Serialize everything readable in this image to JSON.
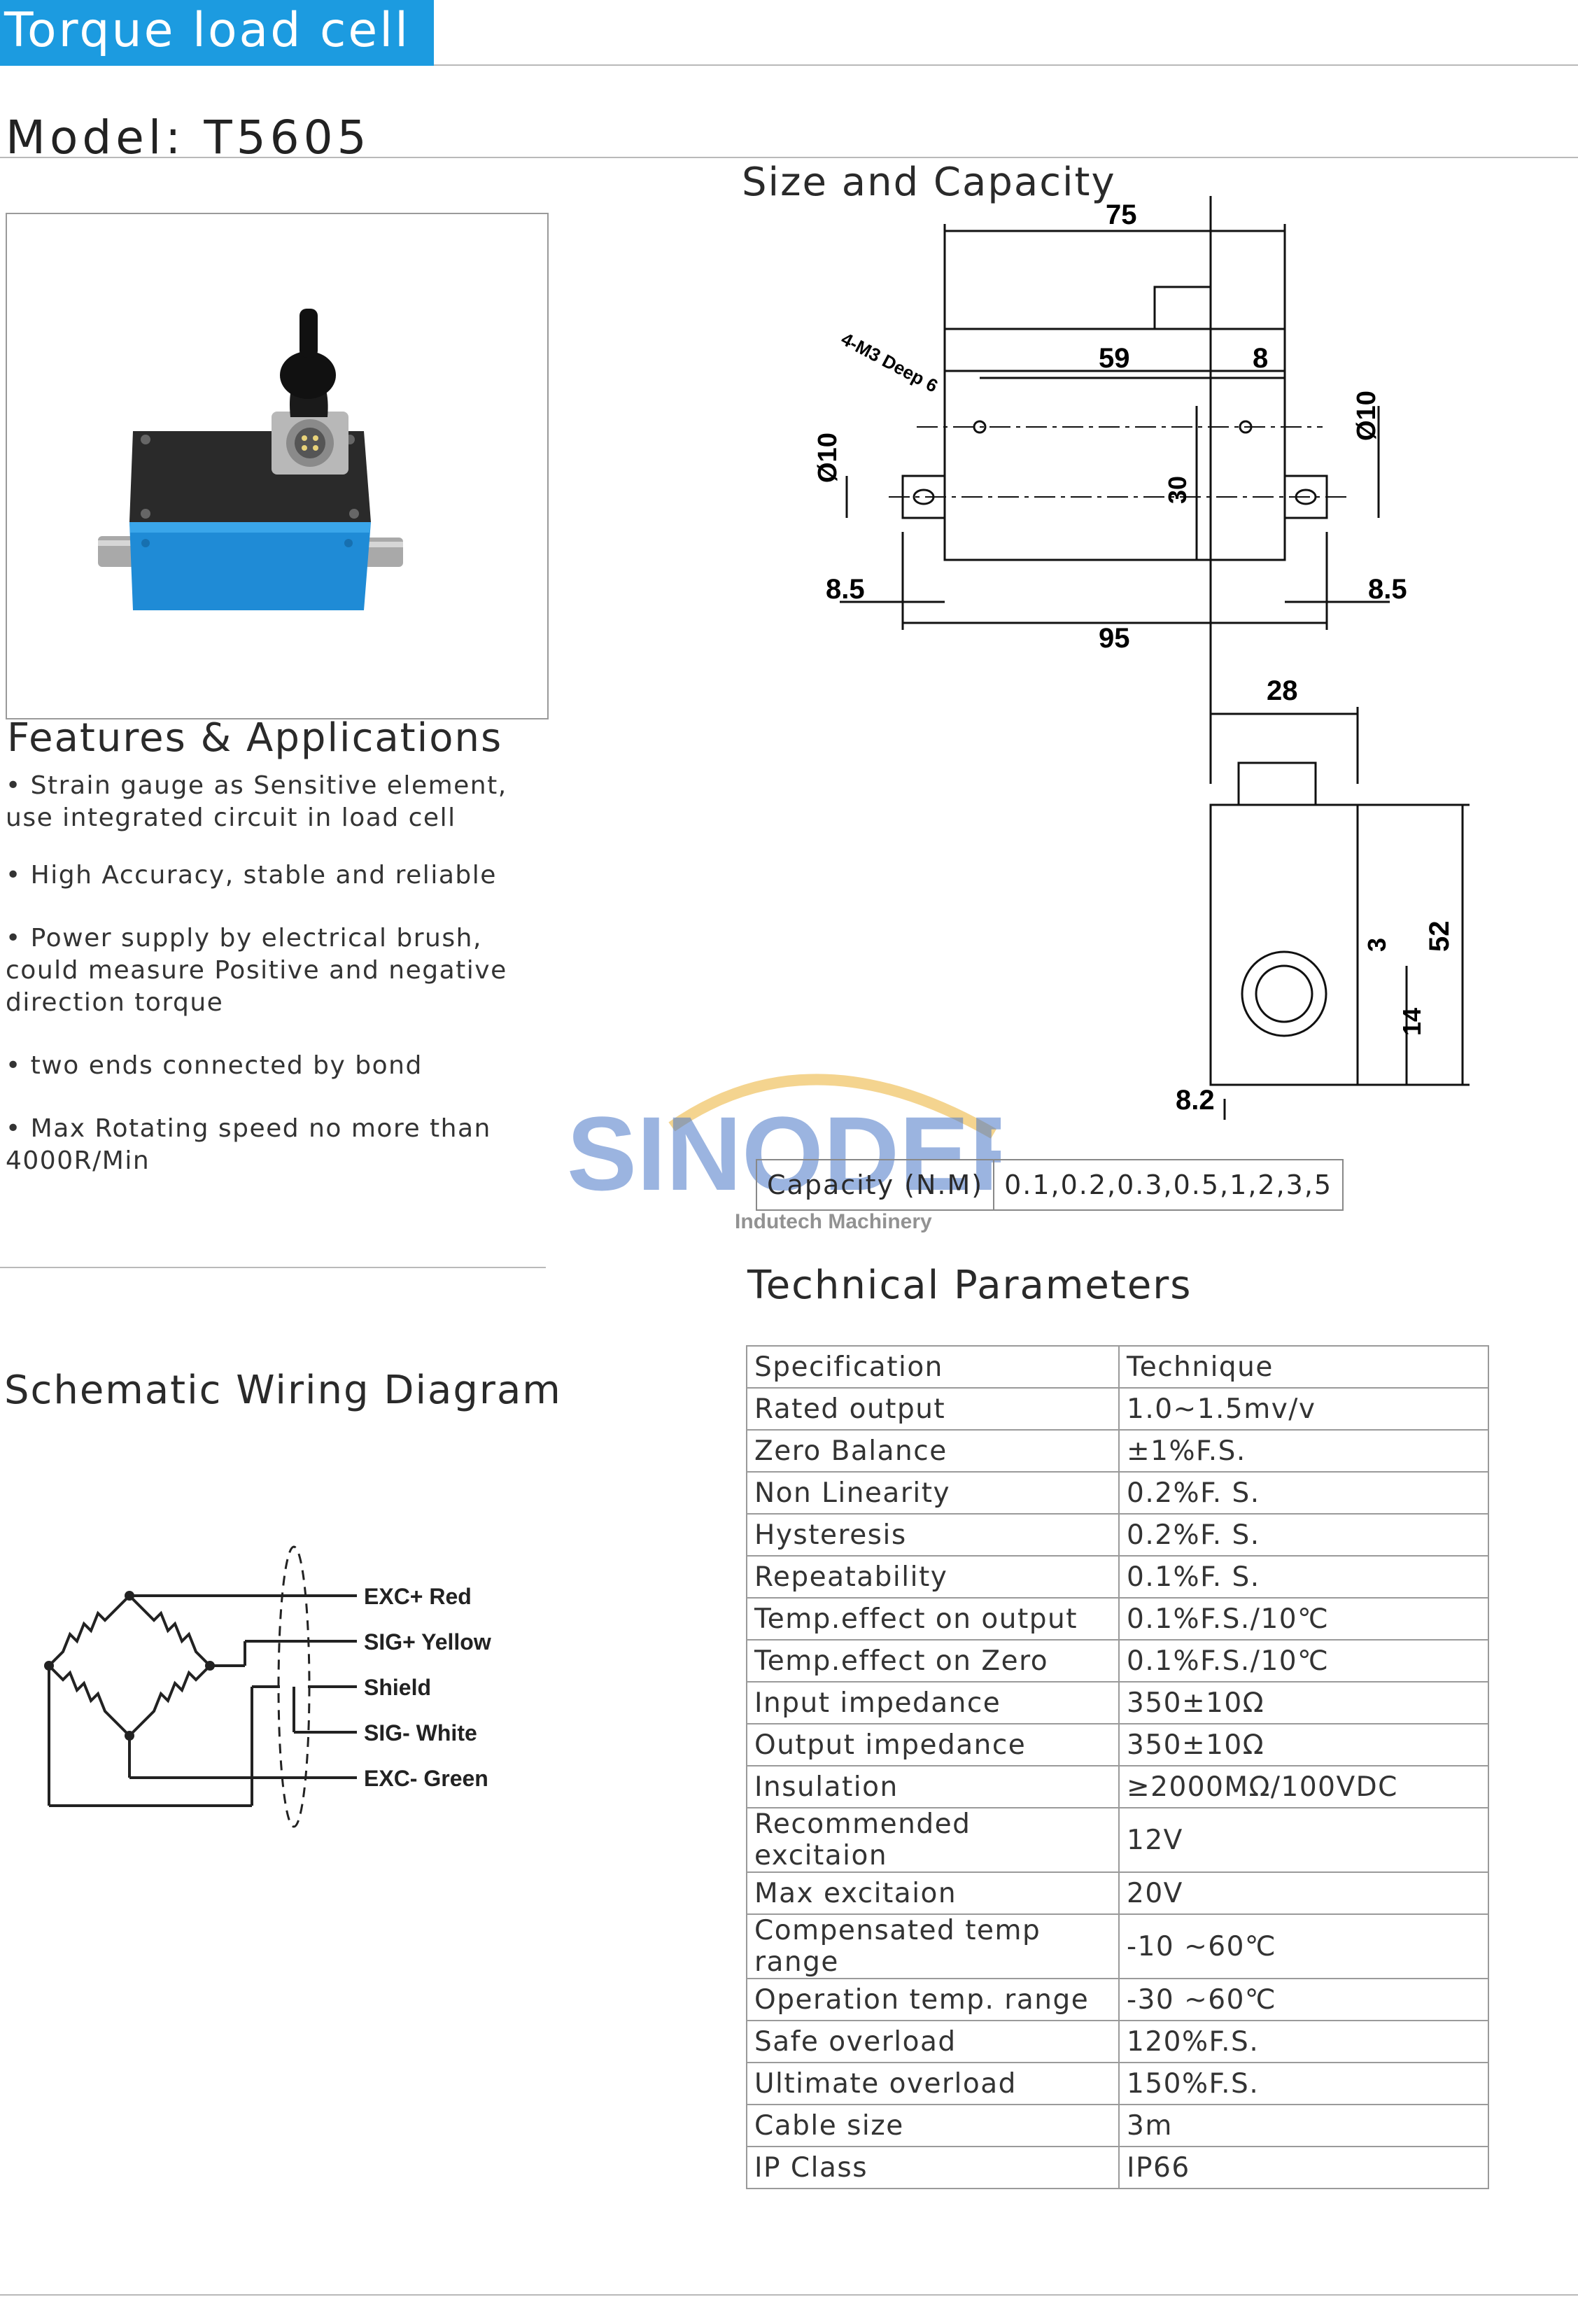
{
  "header": {
    "title": "Torque load cell"
  },
  "model": "Model: T5605",
  "size_section": {
    "title": "Size and Capacity",
    "dims_front": {
      "d75": "75",
      "d59": "59",
      "d8": "8",
      "dia10_left": "Ø10",
      "dia10_right": "Ø10",
      "d30": "30",
      "d8_5_left": "8.5",
      "d8_5_right": "8.5",
      "d95": "95",
      "thread": "4-M3 Deep 6"
    },
    "dims_side": {
      "d28": "28",
      "d3": "3",
      "d52": "52",
      "d14": "14",
      "d8_2": "8.2"
    }
  },
  "features": {
    "title": "Features & Applications",
    "items": [
      "• Strain gauge as Sensitive element, use integrated circuit in load cell",
      "• High Accuracy, stable and reliable",
      "•  Power supply by electrical brush, could measure Positive and negative direction torque",
      "• two ends connected by bond",
      "• Max Rotating speed no more than 4000R/Min"
    ]
  },
  "capacity": {
    "label": "Capacity (N.M)",
    "value": "0.1,0.2,0.3,0.5,1,2,3,5"
  },
  "watermark": {
    "brand": "SINODER",
    "sub": "Indutech Machinery"
  },
  "wiring": {
    "title": "Schematic Wiring Diagram",
    "labels": [
      "EXC+ Red",
      "SIG+ Yellow",
      "Shield",
      "SIG- White",
      "EXC- Green"
    ]
  },
  "tech": {
    "title": "Technical Parameters",
    "rows": [
      [
        "Specification",
        "Technique"
      ],
      [
        "Rated output",
        "1.0~1.5mv/v"
      ],
      [
        "Zero Balance",
        "±1%F.S."
      ],
      [
        "Non Linearity",
        "0.2%F. S."
      ],
      [
        "Hysteresis",
        "0.2%F. S."
      ],
      [
        "Repeatability",
        "0.1%F. S."
      ],
      [
        "Temp.effect on output",
        "0.1%F.S./10℃"
      ],
      [
        "Temp.effect on Zero",
        "0.1%F.S./10℃"
      ],
      [
        "Input impedance",
        "350±10Ω"
      ],
      [
        "Output impedance",
        "350±10Ω"
      ],
      [
        "Insulation",
        "≥2000MΩ/100VDC"
      ],
      [
        "Recommended excitaion",
        "12V"
      ],
      [
        "Max excitaion",
        "20V"
      ],
      [
        "Compensated temp range",
        "-10 ~60℃"
      ],
      [
        "Operation temp. range",
        "-30 ~60℃"
      ],
      [
        "Safe overload",
        "120%F.S."
      ],
      [
        "Ultimate overload",
        "150%F.S."
      ],
      [
        "Cable size",
        "3m"
      ],
      [
        "IP Class",
        "IP66"
      ]
    ]
  },
  "colors": {
    "accent": "#1c9be0",
    "sensor_blue": "#1f8bd6",
    "watermark_blue": "#4a78c8",
    "watermark_gold": "#f0c66a"
  }
}
